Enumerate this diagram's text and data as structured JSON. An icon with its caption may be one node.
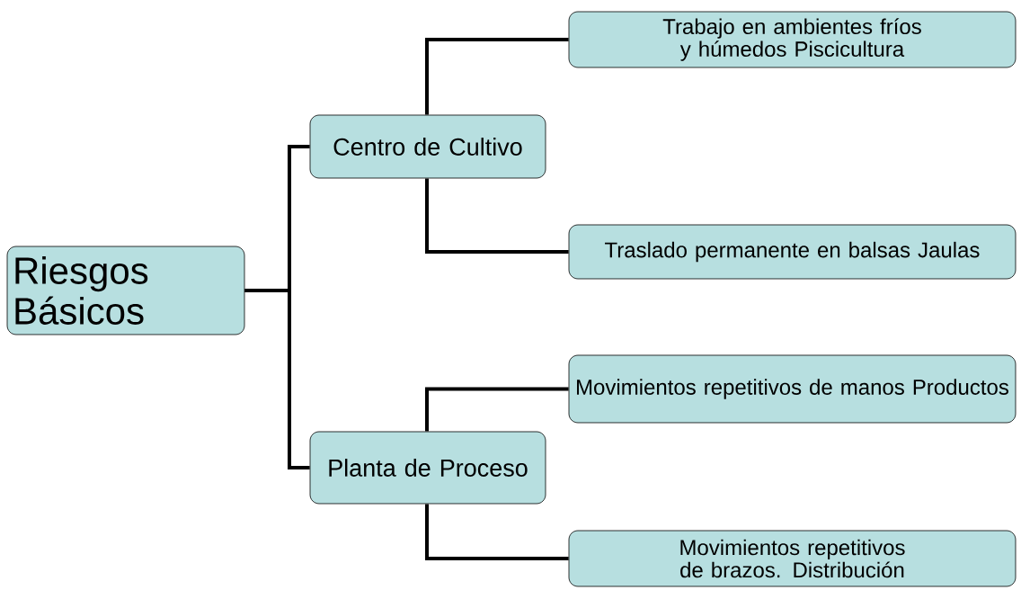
{
  "diagram": {
    "nodes": [
      {
        "text": [
          "Riesgos Básicos"
        ]
      },
      {
        "text": [
          "Centro de Cultivo"
        ]
      },
      {
        "text": [
          "Planta de Proceso"
        ]
      },
      {
        "text": [
          "Trabajo en ambientes fríos y húmedos Piscicultura"
        ]
      },
      {
        "text": [
          "Traslado permanente en balsas Jaulas"
        ]
      },
      {
        "text": [
          "Movimientos repetitivos de manos Productos"
        ]
      },
      {
        "text": [
          "Movimientos repetitivos de brazos. Distribución"
        ]
      }
    ],
    "edges": [
      {
        "from": 0,
        "to": 1,
        "arrow": "none"
      },
      {
        "from": 0,
        "to": 2,
        "arrow": "none"
      },
      {
        "from": 1,
        "to": 3,
        "arrow": "none"
      },
      {
        "from": 1,
        "to": 4,
        "arrow": "none"
      },
      {
        "from": 2,
        "to": 5,
        "arrow": "none"
      },
      {
        "from": 2,
        "to": 6,
        "arrow": "none"
      }
    ]
  }
}
